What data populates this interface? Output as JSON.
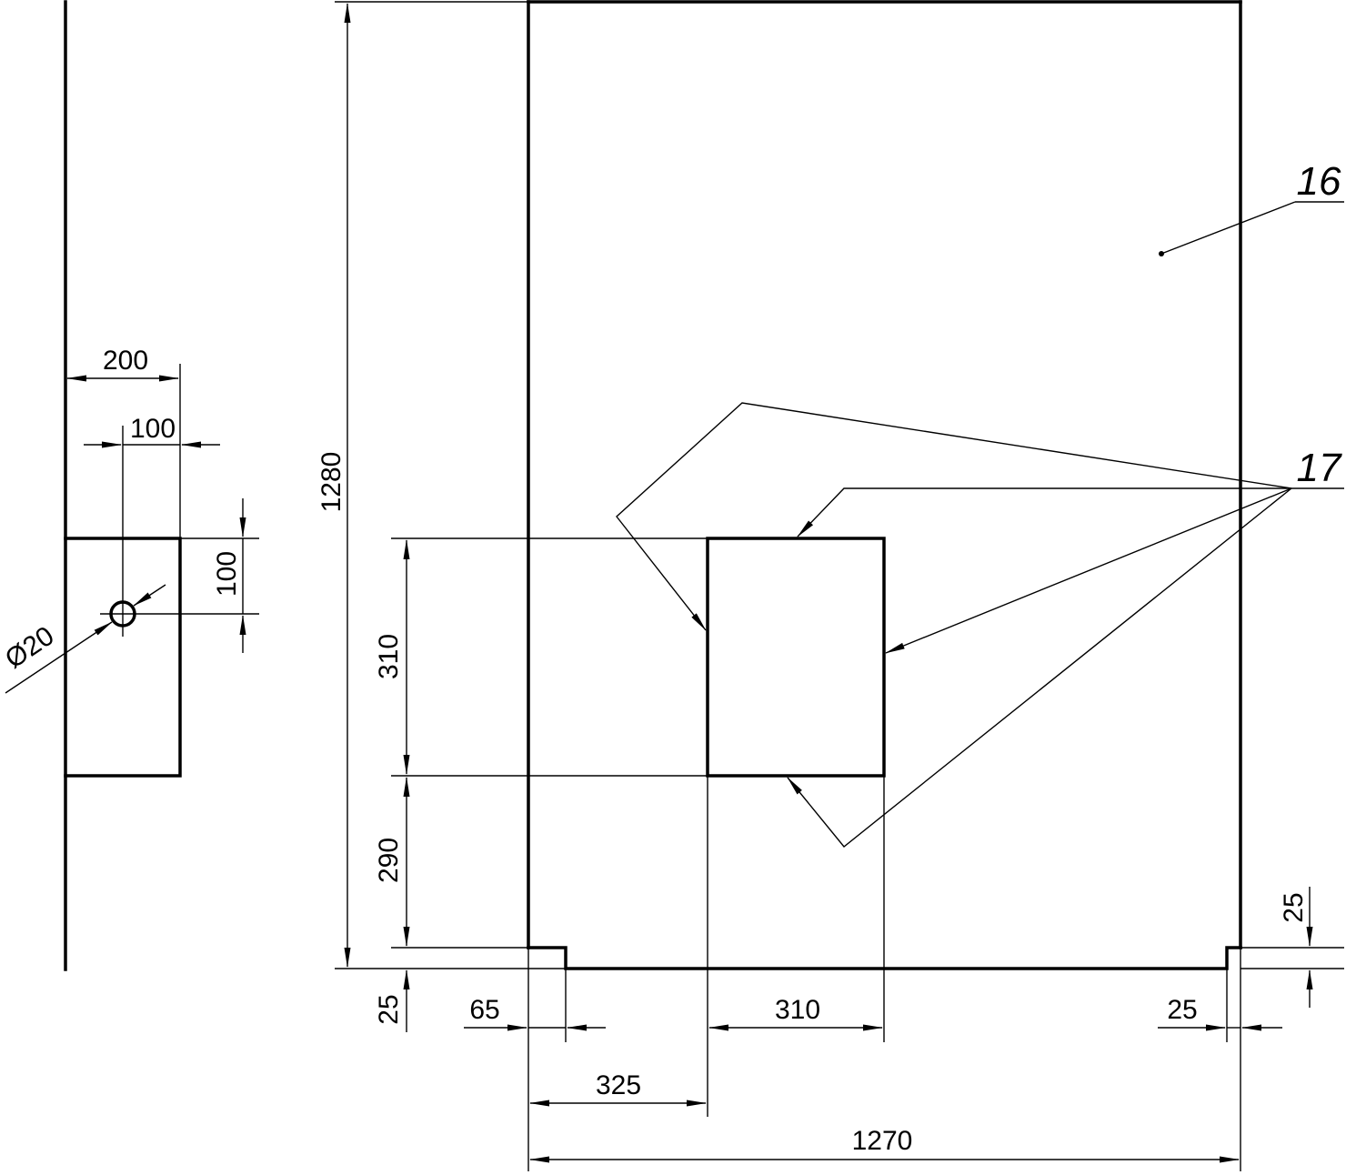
{
  "callouts": {
    "part_16": "16",
    "part_17": "17"
  },
  "dimensions": {
    "side_width_200": "200",
    "side_offset_100": "100",
    "side_height_100": "100",
    "hole_diameter": "Ø20",
    "total_height_1280": "1280",
    "opening_height_310": "310",
    "lower_height_290": "290",
    "base_offset_25_left": "25",
    "base_offset_25_right": "25",
    "left_step_65": "65",
    "opening_width_310": "310",
    "right_step_25": "25",
    "opening_offset_325": "325",
    "total_width_1270": "1270"
  }
}
